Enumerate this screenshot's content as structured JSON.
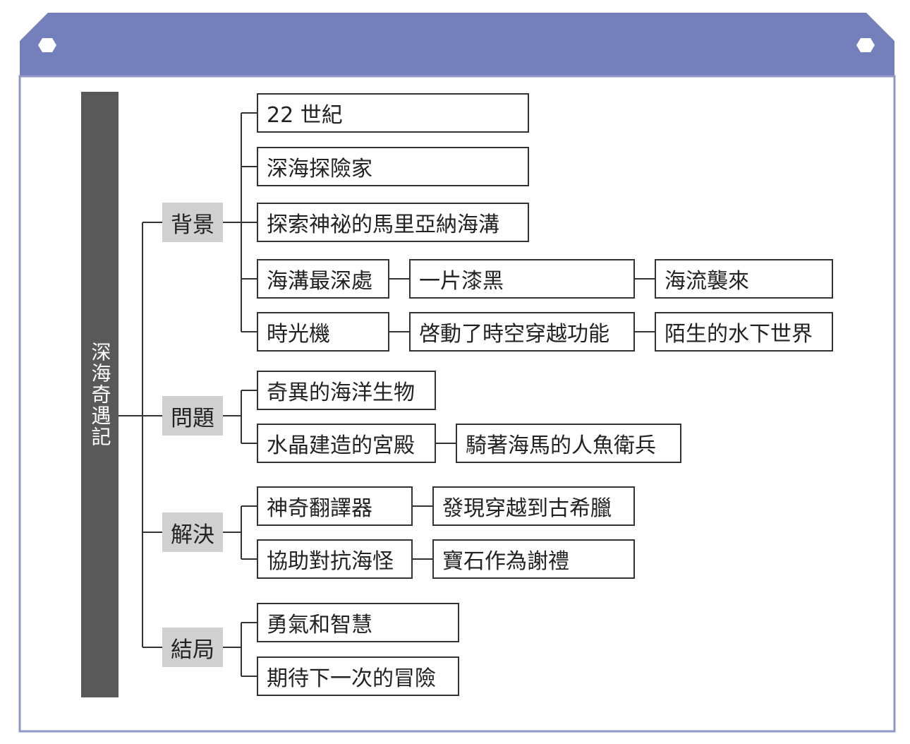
{
  "title": "深海奇遇記",
  "categories": [
    {
      "label": "背景"
    },
    {
      "label": "問題"
    },
    {
      "label": "解決"
    },
    {
      "label": "結局"
    }
  ],
  "background": {
    "era": "22 世紀",
    "character": "深海探險家",
    "mission": "探索神祕的馬里亞納海溝",
    "deepest": {
      "label": "海溝最深處",
      "step1": "一片漆黑",
      "step2": "海流襲來"
    },
    "machine": {
      "label": "時光機",
      "step1": "啓動了時空穿越功能",
      "step2": "陌生的水下世界"
    }
  },
  "problem": {
    "creatures": "奇異的海洋生物",
    "palace": {
      "label": "水晶建造的宮殿",
      "step1": "騎著海馬的人魚衛兵"
    }
  },
  "solution": {
    "translator": {
      "label": "神奇翻譯器",
      "step1": "發現穿越到古希臘"
    },
    "help": {
      "label": "協助對抗海怪",
      "step1": "寶石作為謝禮"
    }
  },
  "ending": {
    "wisdom": "勇氣和智慧",
    "next": "期待下一次的冒險"
  },
  "colors": {
    "header": "#7480bb",
    "frame_border": "#8f98c9",
    "root_bg": "#595959",
    "category_bg": "#d0d0d0"
  }
}
